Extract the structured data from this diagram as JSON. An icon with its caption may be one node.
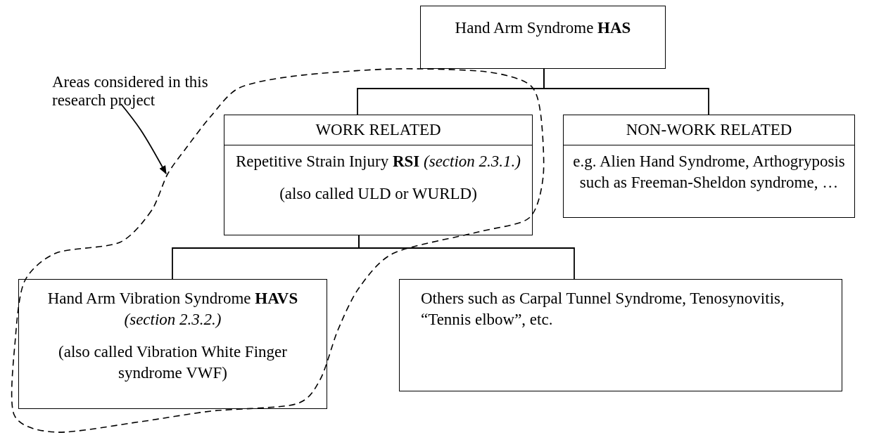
{
  "diagram": {
    "nodes": [
      {
        "text": [
          "Hand Arm Syndrome **HAS**"
        ]
      },
      {
        "text": [
          "WORK RELATED",
          "Repetitive Strain Injury **RSI** *(section 2.3.1.)*",
          "(also called  ULD or WURLD)"
        ]
      },
      {
        "text": [
          "NON-WORK RELATED",
          "e.g. Alien Hand Syndrome, Arthogryposis such as Freeman-Sheldon syndrome, …"
        ]
      },
      {
        "text": [
          "Hand Arm Vibration Syndrome **HAVS** *(section 2.3.2.)*",
          "(also called Vibration White Finger syndrome VWF)"
        ]
      },
      {
        "text": [
          "Others such as Carpal Tunnel Syndrome, Tenosynovitis, “Tennis elbow”, etc."
        ]
      },
      {
        "text": [
          "Areas considered in this research project"
        ]
      }
    ],
    "edges": [
      {
        "from": 0,
        "to": 1,
        "arrow": "none"
      },
      {
        "from": 0,
        "to": 2,
        "arrow": "none"
      },
      {
        "from": 1,
        "to": 3,
        "arrow": "none"
      },
      {
        "from": 1,
        "to": 4,
        "arrow": "none"
      },
      {
        "from": 5,
        "to": null,
        "arrow": "to"
      }
    ]
  }
}
